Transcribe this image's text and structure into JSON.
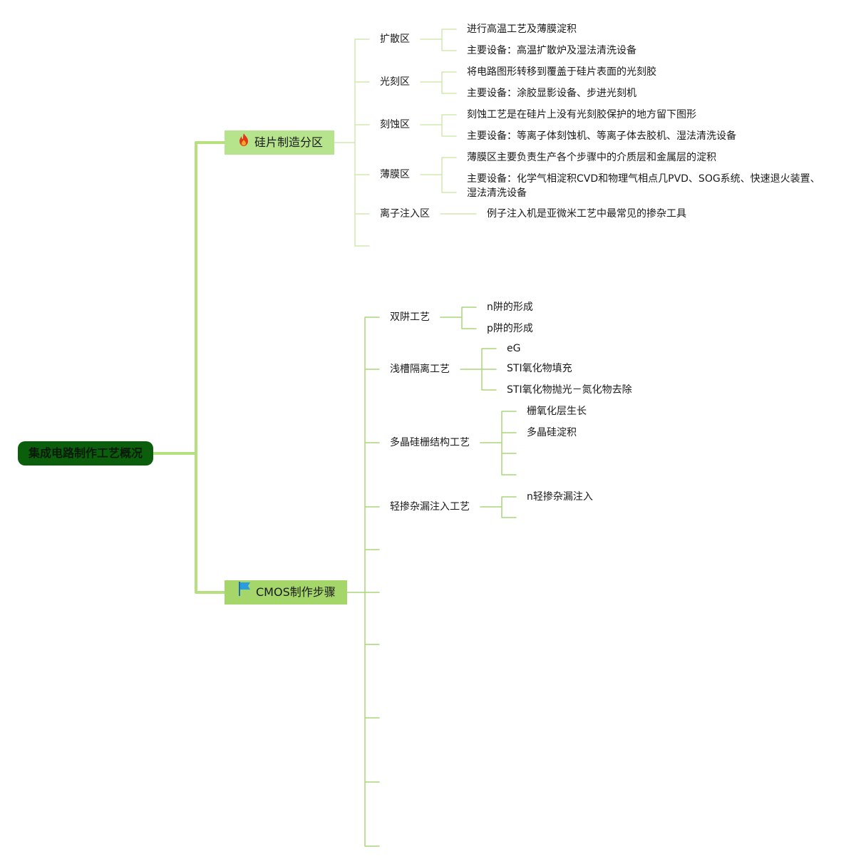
{
  "root": {
    "label": "集成电路制作工艺概况"
  },
  "branches": [
    {
      "label": "硅片制造分区",
      "icon": "fire-icon",
      "children": [
        {
          "label": "扩散区",
          "children": [
            "进行高温工艺及薄膜淀积",
            "主要设备：高温扩散炉及湿法清洗设备"
          ]
        },
        {
          "label": "光刻区",
          "children": [
            "将电路图形转移到覆盖于硅片表面的光刻胶",
            "主要设备：涂胶显影设备、步进光刻机"
          ]
        },
        {
          "label": "刻蚀区",
          "children": [
            "刻蚀工艺是在硅片上没有光刻胶保护的地方留下图形",
            "主要设备：等离子体刻蚀机、等离子体去胶机、湿法清洗设备"
          ]
        },
        {
          "label": "薄膜区",
          "children": [
            "薄膜区主要负责生产各个步骤中的介质层和金属层的淀积",
            "主要设备：化学气相淀积CVD和物理气相点几PVD、SOG系统、快速退火装置、湿法清洗设备"
          ]
        },
        {
          "label": "离子注入区",
          "children": [
            "例子注入机是亚微米工艺中最常见的掺杂工具"
          ]
        }
      ]
    },
    {
      "label": "CMOS制作步骤",
      "icon": "flag-icon",
      "children": [
        {
          "label": "双阱工艺",
          "children": [
            "n阱的形成",
            "p阱的形成"
          ]
        },
        {
          "label": "浅槽隔离工艺",
          "children": [
            "eG",
            "STI氧化物填充",
            "STI氧化物抛光－氮化物去除"
          ]
        },
        {
          "label": "多晶硅栅结构工艺",
          "children": [
            "栅氧化层生长",
            "多晶硅淀积"
          ]
        },
        {
          "label": "轻掺杂漏注入工艺",
          "children": [
            "n轻掺杂漏注入"
          ]
        }
      ]
    }
  ],
  "colors": {
    "root_bg": "#0b5e0b",
    "branch1_bg": "#b6e48c",
    "branch2_bg": "#a4d66a",
    "line": "#b6dc8a",
    "line_strong": "#9bd06a"
  }
}
